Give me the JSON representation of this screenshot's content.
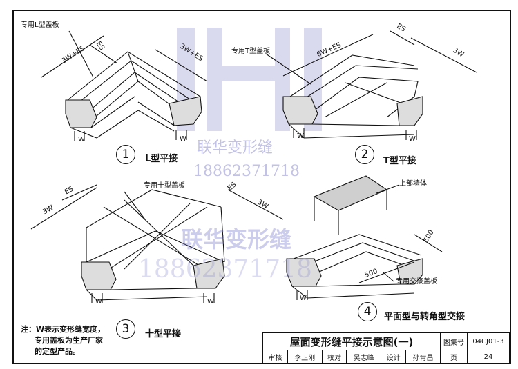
{
  "drawing": {
    "labels": {
      "l_cover": "专用L型盖板",
      "t_cover": "专用T型盖板",
      "cross_cover": "专用十型盖板",
      "upper_wall": "上部墙体",
      "cross_cover_plate": "专用交接盖板"
    },
    "dims": {
      "d_3w_es": "3W+ES",
      "d_es": "ES",
      "d_3w": "3W",
      "d_6w_es": "6W+ES",
      "d_500": "500",
      "d_w": "W"
    },
    "figures": [
      {
        "num": "1",
        "caption": "L型平接"
      },
      {
        "num": "2",
        "caption": "T型平接"
      },
      {
        "num": "3",
        "caption": "十型平接"
      },
      {
        "num": "4",
        "caption": "平面型与转角型交接"
      }
    ],
    "note": {
      "line1": "注：W表示变形缝宽度，",
      "line2": "专用盖板为生产厂家",
      "line3": "的定型产品。"
    }
  },
  "title_block": {
    "title": "屋面变形缝平接示意图(一)",
    "atlas_label": "图集号",
    "atlas_no": "04CJ01-3",
    "page_label": "页",
    "page_no": "24",
    "review_label": "审核",
    "reviewer": "李正刚",
    "check_label": "校对",
    "checker": "吴志峰",
    "design_label": "设计",
    "designer": "孙肯昌"
  },
  "watermark": {
    "company": "联华变形缝",
    "phone": "18862371718",
    "company_bold": "联华变形缝",
    "phone_large": "18862371718"
  }
}
